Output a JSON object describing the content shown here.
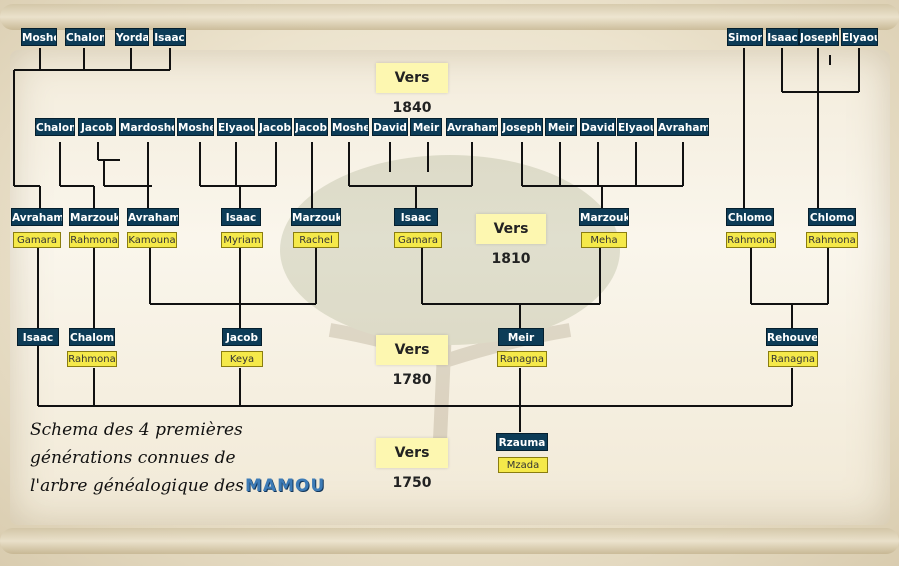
{
  "eras": {
    "e1840": "Vers 1840",
    "e1810": "Vers 1810",
    "e1780": "Vers 1780",
    "e1750": "Vers 1750"
  },
  "gen5": {
    "left": [
      "Moshe",
      "Chalom",
      "Yorda",
      "Isaac"
    ],
    "right": [
      "Simon",
      "Isaac",
      "Joseph",
      "Elyaou"
    ]
  },
  "gen4": [
    "Chalom",
    "Jacob",
    "Mardoshe",
    "Moshe",
    "Elyaou",
    "Jacob",
    "Jacob",
    "Moshe",
    "David",
    "Meir",
    "Avraham",
    "Joseph",
    "Meir",
    "David",
    "Elyaou",
    "Avraham"
  ],
  "gen3": [
    {
      "man": "Avraham",
      "wife": "Gamara"
    },
    {
      "man": "Marzouk",
      "wife": "Rahmona"
    },
    {
      "man": "Avraham",
      "wife": "Kamouna"
    },
    {
      "man": "Isaac",
      "wife": "Myriam"
    },
    {
      "man": "Marzouk",
      "wife": "Rachel"
    },
    {
      "man": "Isaac",
      "wife": "Gamara"
    },
    {
      "man": "Marzouk",
      "wife": "Meha"
    },
    {
      "man": "Chlomo",
      "wife": "Rahmona"
    },
    {
      "man": "Chlomo",
      "wife": "Rahmona"
    }
  ],
  "gen2": [
    {
      "man": "Isaac",
      "wife": ""
    },
    {
      "man": "Chalom",
      "wife": "Rahmona"
    },
    {
      "man": "Jacob",
      "wife": "Keya"
    },
    {
      "man": "Meir",
      "wife": "Ranagna"
    },
    {
      "man": "Rehouven",
      "wife": "Ranagna"
    }
  ],
  "gen1": {
    "man": "Rzauma",
    "wife": "Mzada"
  },
  "caption": {
    "line1": "Schema des 4 premières",
    "line2": "générations connues de",
    "line3": "l'arbre généalogique des",
    "logo": "MAMOU"
  },
  "colors": {
    "man_box": "#0d3c57",
    "wife_box": "#f5e94a",
    "era_box": "#fdf7b0",
    "logo": "#3d7bb6"
  }
}
